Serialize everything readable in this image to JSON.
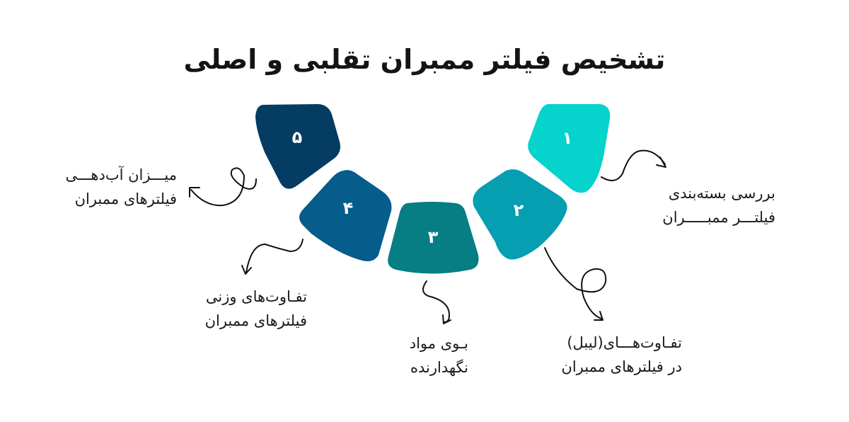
{
  "title": "تشخیص فیلتر ممبران تقلبی و اصلی",
  "colors": {
    "step1": "#05d3cc",
    "step2": "#069eb1",
    "step3": "#077e84",
    "step4": "#065c8a",
    "step5": "#053c63",
    "text": "#1a1a1a"
  },
  "steps": [
    {
      "number": "۱",
      "line1": "بررسی بسته‌بندی",
      "line2": "فیلتـــر ممبـــــران"
    },
    {
      "number": "۲",
      "line1": "تفـاوت‌هـــای(لیبل)",
      "line2": "در فیلترهای ممبران"
    },
    {
      "number": "۳",
      "line1": "بـوی مواد",
      "line2": "نگهدارنده"
    },
    {
      "number": "۴",
      "line1": "تفـاوت‌های وزنی",
      "line2": "فیلترهای ممبران"
    },
    {
      "number": "۵",
      "line1": "میـــزان آب‌دهـــی",
      "line2": "فیلترهای ممبران"
    }
  ]
}
